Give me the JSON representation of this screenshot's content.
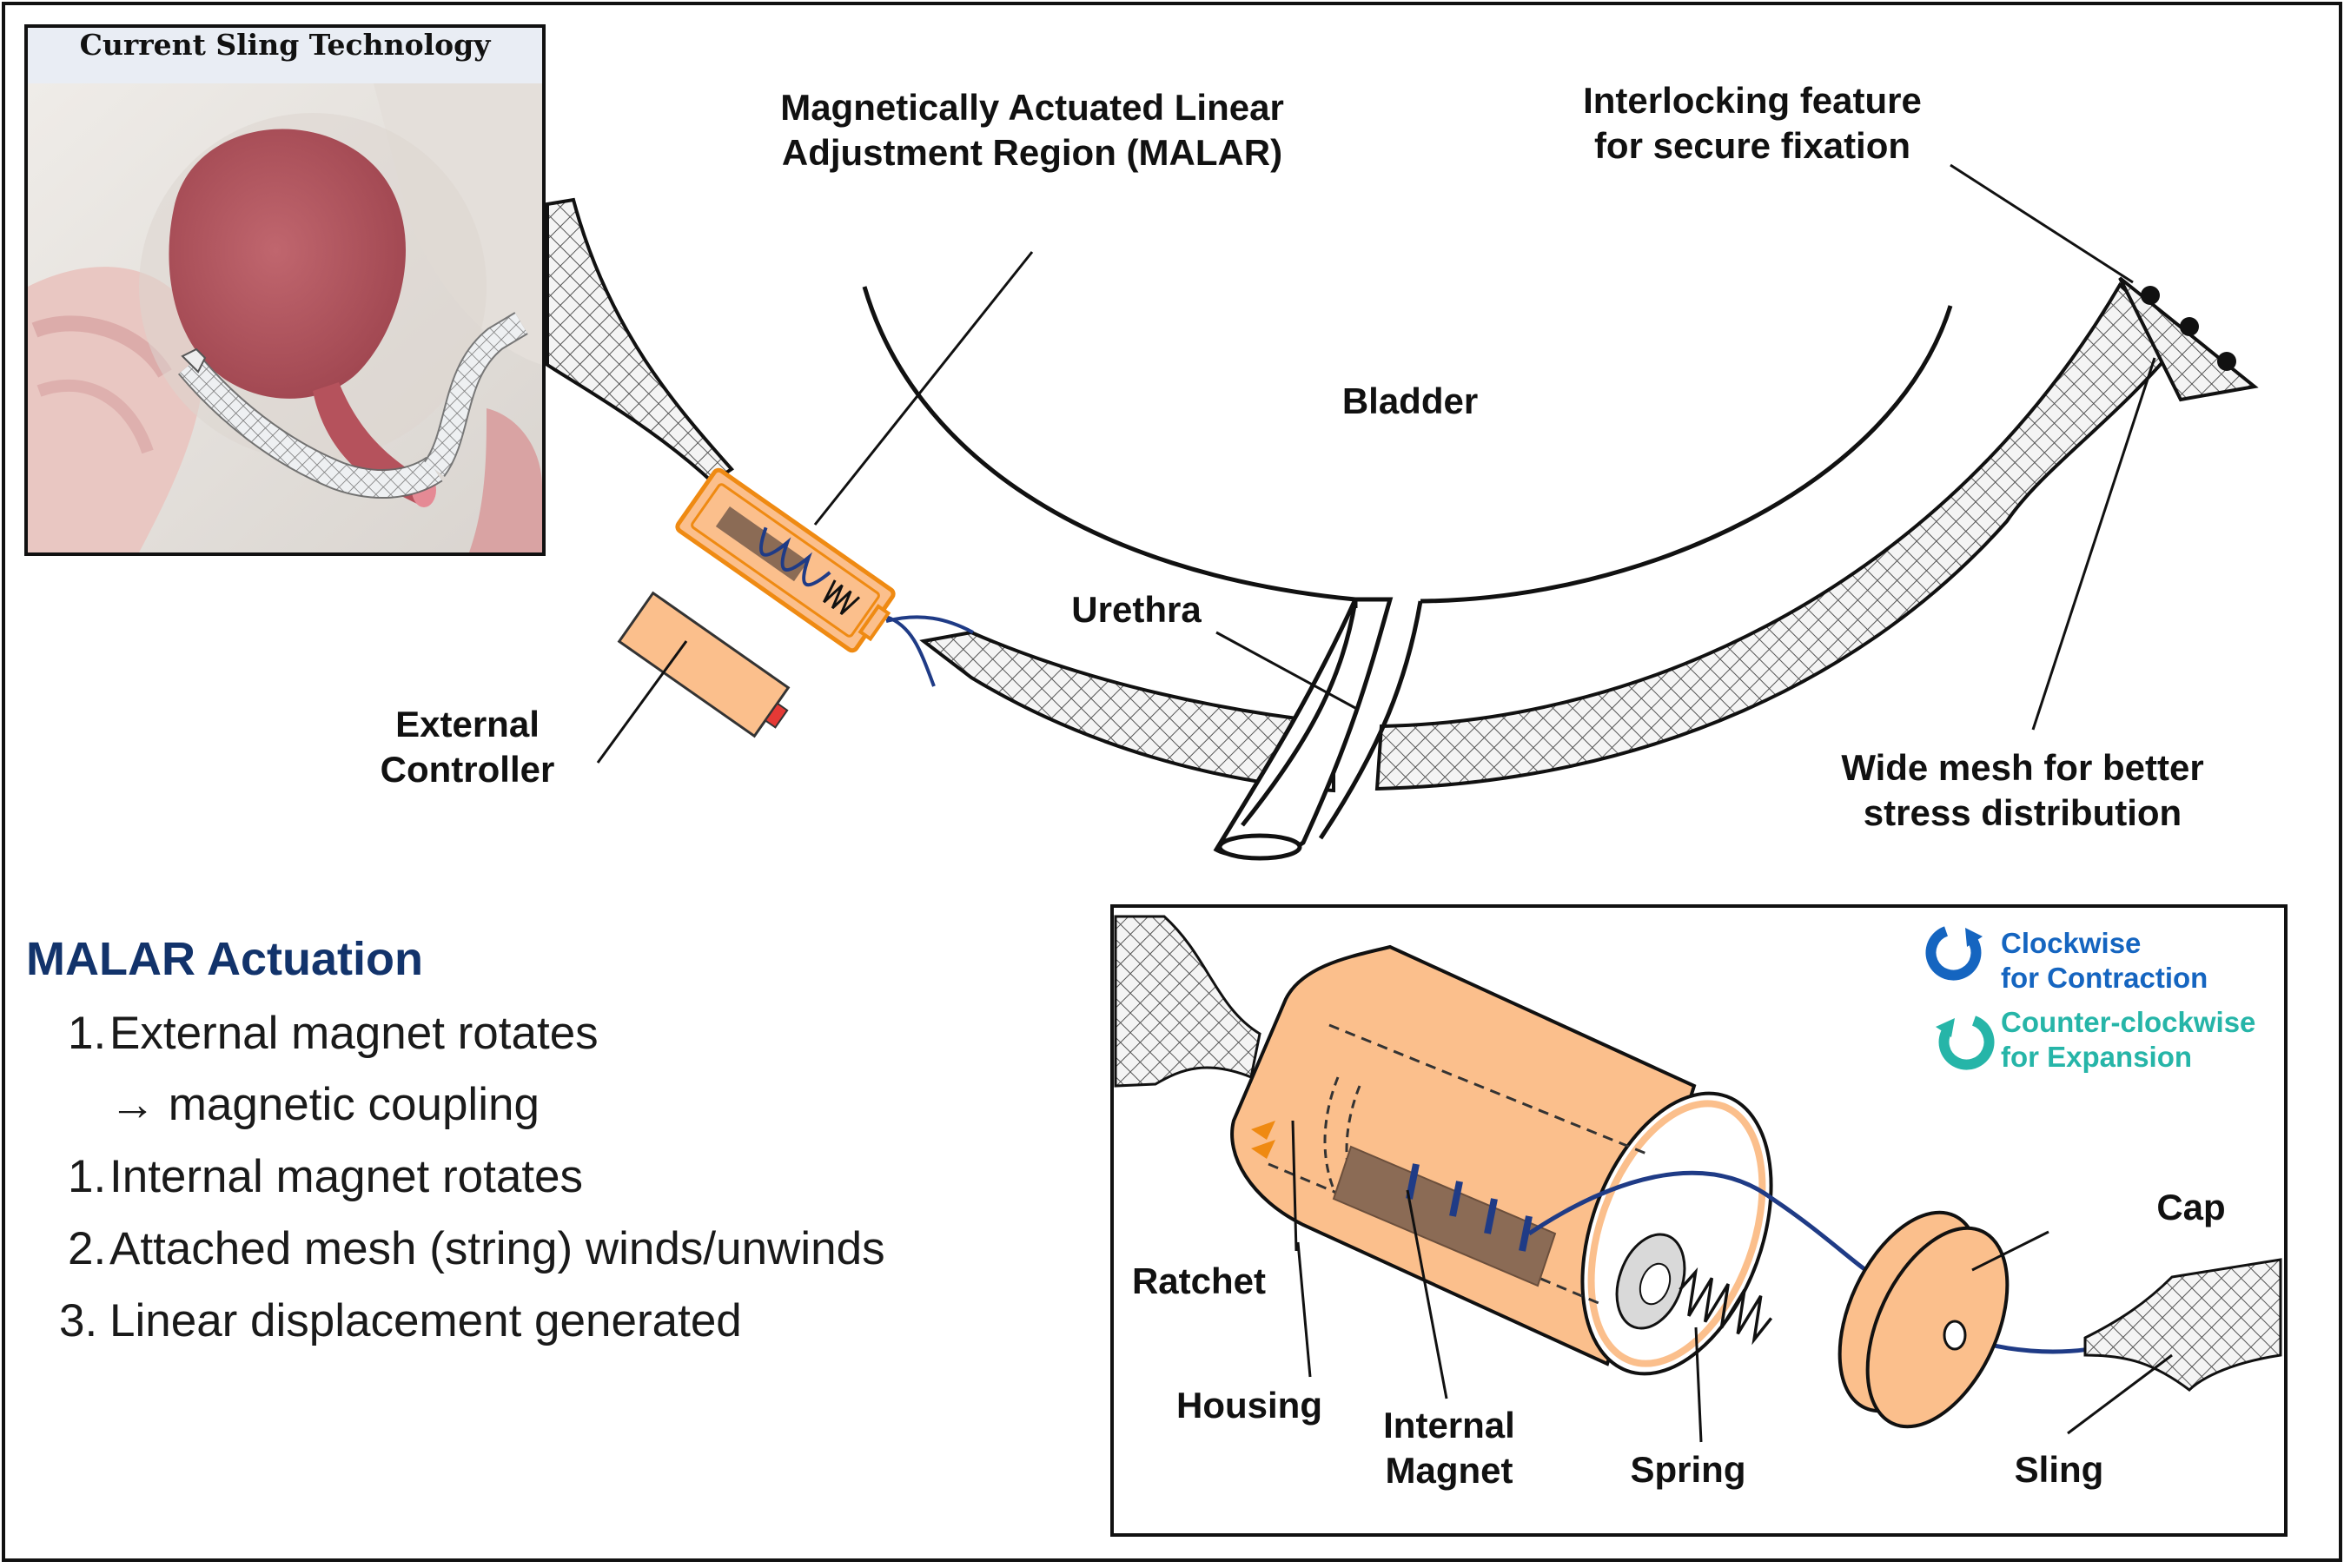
{
  "inset": {
    "title": "Current Sling Technology"
  },
  "labels": {
    "malar_line1": "Magnetically Actuated Linear",
    "malar_line2": "Adjustment Region (MALAR)",
    "interlock_line1": "Interlocking feature",
    "interlock_line2": "for secure fixation",
    "bladder": "Bladder",
    "urethra": "Urethra",
    "external_line1": "External",
    "external_line2": "Controller",
    "widemesh_line1": "Wide mesh for better",
    "widemesh_line2": "stress distribution"
  },
  "actuation": {
    "title": "MALAR Actuation",
    "steps": [
      {
        "num": "1.",
        "text": "External magnet rotates"
      },
      {
        "num": "",
        "text": "→ magnetic coupling"
      },
      {
        "num": "1.",
        "text": "Internal magnet rotates"
      },
      {
        "num": "2.",
        "text": "Attached mesh (string) winds/unwinds"
      },
      {
        "num": "3.",
        "text": "Linear displacement generated"
      }
    ]
  },
  "detail": {
    "legend": {
      "cw_line1": "Clockwise",
      "cw_line2": "for Contraction",
      "ccw_line1": "Counter-clockwise",
      "ccw_line2": "for Expansion"
    },
    "labels": {
      "ratchet": "Ratchet",
      "housing": "Housing",
      "internal_line1": "Internal",
      "internal_line2": "Magnet",
      "spring": "Spring",
      "cap": "Cap",
      "sling": "Sling"
    }
  },
  "colors": {
    "orange_fill": "#fbbf8c",
    "orange_stroke": "#ef8a12",
    "blue": "#1565c0",
    "teal": "#26b5a8",
    "navy": "#12336b",
    "magnet": "#8b6b55"
  }
}
